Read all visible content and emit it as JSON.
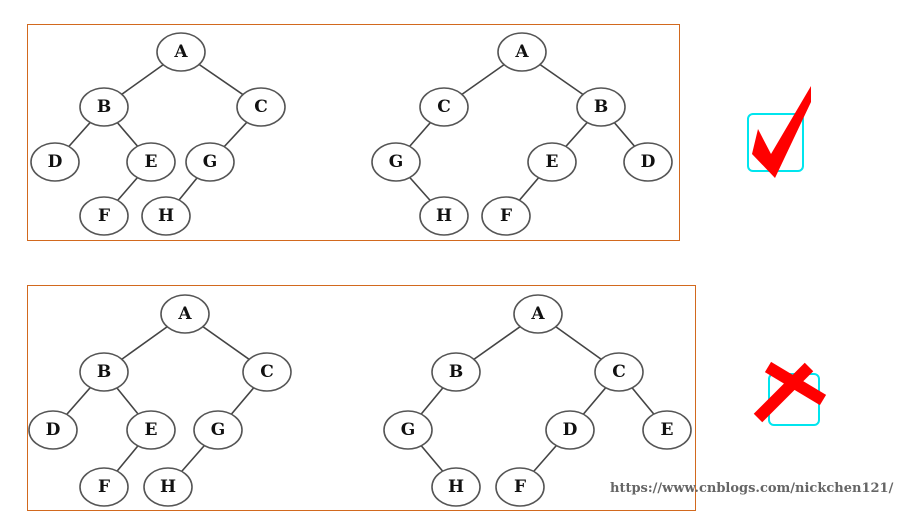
{
  "rows": [
    {
      "verdict": "correct",
      "verdict_icon": "check-mark-icon",
      "trees": [
        {
          "nodes": [
            "A",
            "B",
            "C",
            "D",
            "E",
            "G",
            "F",
            "H"
          ],
          "edges": [
            [
              "A",
              "B"
            ],
            [
              "A",
              "C"
            ],
            [
              "B",
              "D"
            ],
            [
              "B",
              "E"
            ],
            [
              "C",
              "G"
            ],
            [
              "E",
              "F"
            ],
            [
              "G",
              "H"
            ]
          ]
        },
        {
          "nodes": [
            "A",
            "C",
            "B",
            "G",
            "E",
            "D",
            "H",
            "F"
          ],
          "edges": [
            [
              "A",
              "C"
            ],
            [
              "A",
              "B"
            ],
            [
              "C",
              "G"
            ],
            [
              "G",
              "H"
            ],
            [
              "B",
              "E"
            ],
            [
              "B",
              "D"
            ],
            [
              "E",
              "F"
            ]
          ]
        }
      ]
    },
    {
      "verdict": "incorrect",
      "verdict_icon": "cross-mark-icon",
      "trees": [
        {
          "nodes": [
            "A",
            "B",
            "C",
            "D",
            "E",
            "G",
            "F",
            "H"
          ],
          "edges": [
            [
              "A",
              "B"
            ],
            [
              "A",
              "C"
            ],
            [
              "B",
              "D"
            ],
            [
              "B",
              "E"
            ],
            [
              "C",
              "G"
            ],
            [
              "E",
              "F"
            ],
            [
              "G",
              "H"
            ]
          ]
        },
        {
          "nodes": [
            "A",
            "B",
            "C",
            "G",
            "D",
            "E",
            "H",
            "F"
          ],
          "edges": [
            [
              "A",
              "B"
            ],
            [
              "A",
              "C"
            ],
            [
              "B",
              "G"
            ],
            [
              "G",
              "H"
            ],
            [
              "C",
              "D"
            ],
            [
              "C",
              "E"
            ],
            [
              "D",
              "F"
            ]
          ]
        }
      ]
    }
  ],
  "colors": {
    "panel_border": "#d2691e",
    "mark": "#ff0000",
    "mark_box": "#00e5ee"
  },
  "watermark": "https://www.cnblogs.com/nickchen121/"
}
